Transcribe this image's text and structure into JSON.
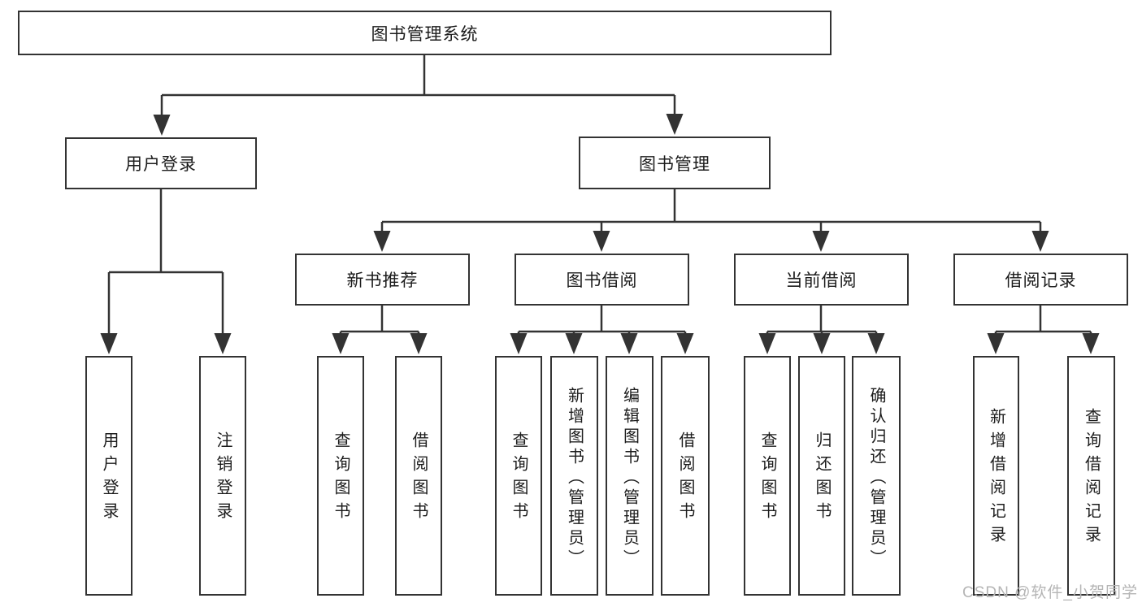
{
  "tree": {
    "root": {
      "label": "图书管理系统"
    },
    "l1": [
      {
        "label": "用户登录"
      },
      {
        "label": "图书管理"
      }
    ],
    "l2": [
      {
        "label": "新书推荐"
      },
      {
        "label": "图书借阅"
      },
      {
        "label": "当前借阅"
      },
      {
        "label": "借阅记录"
      }
    ],
    "leaves": {
      "login": [
        "用户登录",
        "注销登录"
      ],
      "newbook": [
        "查询图书",
        "借阅图书"
      ],
      "borrow": [
        "查询图书",
        "新增图书（管理员）",
        "编辑图书（管理员）",
        "借阅图书"
      ],
      "current": [
        "查询图书",
        "归还图书",
        "确认归还（管理员）"
      ],
      "records": [
        "新增借阅记录",
        "查询借阅记录"
      ]
    }
  },
  "style": {
    "line_color": "#333333",
    "text_color": "#1c1c1c",
    "watermark_color": "#b5b5b5"
  },
  "watermark": {
    "text": "CSDN @软件_小贺同学"
  }
}
